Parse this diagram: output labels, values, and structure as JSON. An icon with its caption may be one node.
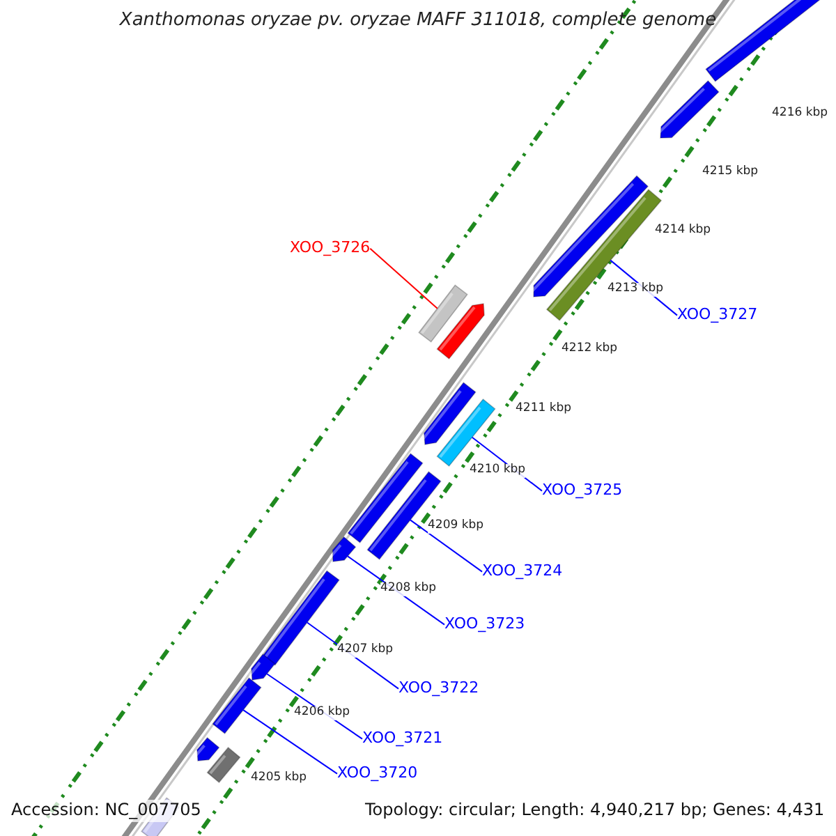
{
  "diagram": {
    "title": "Xanthomonas oryzae pv. oryzae MAFF 311018, complete genome",
    "nodes": [
      {
        "text": [
          "XOO_3726"
        ]
      },
      {
        "text": [],
        "shape": "bar"
      },
      {
        "text": [],
        "shape": "bar"
      },
      {
        "text": [
          "XOO_3727"
        ]
      },
      {
        "text": [],
        "shape": "bar"
      },
      {
        "text": [
          "XOO_3725"
        ]
      },
      {
        "text": [],
        "shape": "bar"
      },
      {
        "text": [
          "XOO_3724"
        ]
      },
      {
        "text": [],
        "shape": "bar"
      },
      {
        "text": [
          "XOO_3723"
        ]
      },
      {
        "text": [],
        "shape": "bar"
      },
      {
        "text": [
          "XOO_3722"
        ]
      },
      {
        "text": [],
        "shape": "bar"
      },
      {
        "text": [
          "XOO_3721"
        ]
      },
      {
        "text": [],
        "shape": "bar"
      },
      {
        "text": [
          "XOO_3720"
        ]
      },
      {
        "text": [],
        "shape": "bar"
      },
      {
        "text": [],
        "shape": "bar"
      },
      {
        "text": [],
        "shape": "bar"
      },
      {
        "text": [],
        "shape": "bar"
      },
      {
        "text": [],
        "shape": "bar"
      },
      {
        "text": [],
        "shape": "bar"
      },
      {
        "text": [],
        "shape": "bar"
      },
      {
        "text": [],
        "shape": "bar"
      },
      {
        "text": [],
        "shape": "bar"
      }
    ],
    "edges": [
      {
        "from": 0,
        "to": 2,
        "arrow": "none",
        "color": "#ff0000"
      },
      {
        "from": 3,
        "to": 1,
        "arrow": "none"
      },
      {
        "from": 5,
        "to": 4,
        "arrow": "none"
      },
      {
        "from": 7,
        "to": 6,
        "arrow": "none"
      },
      {
        "from": 9,
        "to": 8,
        "arrow": "none"
      },
      {
        "from": 11,
        "to": 10,
        "arrow": "none"
      },
      {
        "from": 13,
        "to": 12,
        "arrow": "none"
      },
      {
        "from": 15,
        "to": 14,
        "arrow": "none"
      }
    ],
    "labels": [
      "4216 kbp",
      "4215 kbp",
      "4214 kbp",
      "4213 kbp",
      "4212 kbp",
      "4211 kbp",
      "4210 kbp",
      "4209 kbp",
      "4208 kbp",
      "4207 kbp",
      "4206 kbp",
      "4205 kbp",
      "Accession: NC_007705",
      "Topology: circular; Length: 4,940,217 bp; Genes: 4,431"
    ]
  }
}
